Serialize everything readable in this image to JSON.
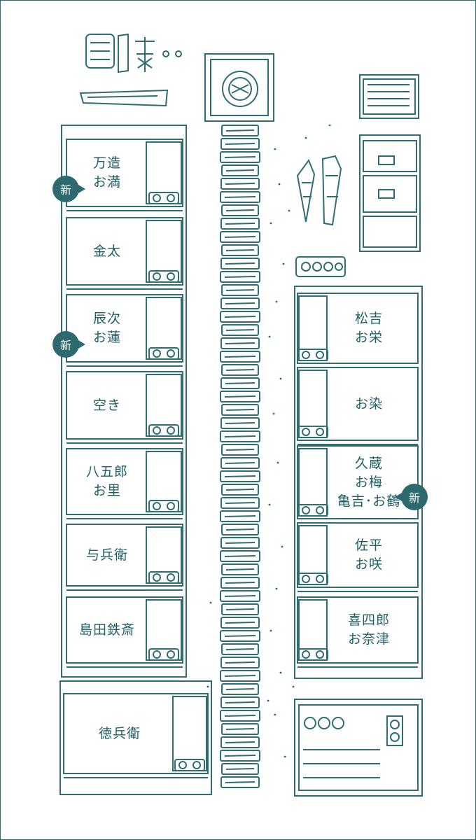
{
  "colors": {
    "ink": "#2f6d73",
    "label": "#1f5f66",
    "badge": "#2c6a70",
    "background": "#ffffff"
  },
  "badge_text": "新",
  "left_row": [
    {
      "lines": [
        "万造",
        "お満"
      ],
      "new": true
    },
    {
      "lines": [
        "金太"
      ],
      "new": false
    },
    {
      "lines": [
        "辰次",
        "お蓮"
      ],
      "new": true
    },
    {
      "lines": [
        "空き"
      ],
      "new": false
    },
    {
      "lines": [
        "八五郎",
        "お里"
      ],
      "new": false
    },
    {
      "lines": [
        "与兵衛"
      ],
      "new": false
    },
    {
      "lines": [
        "島田鉄斎"
      ],
      "new": false
    },
    {
      "lines": [
        "徳兵衛"
      ],
      "new": false
    }
  ],
  "right_row": [
    {
      "lines": [
        "松吉",
        "お栄"
      ],
      "new": false
    },
    {
      "lines": [
        "お染"
      ],
      "new": false
    },
    {
      "lines": [
        "久蔵",
        "お梅",
        "亀吉･お鶴"
      ],
      "new": true
    },
    {
      "lines": [
        "佐平",
        "お咲"
      ],
      "new": false
    },
    {
      "lines": [
        "喜四郎",
        "お奈津"
      ],
      "new": false
    }
  ]
}
